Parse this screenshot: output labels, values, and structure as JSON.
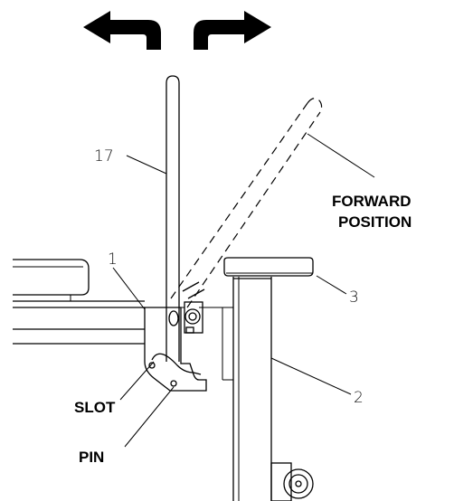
{
  "labels": {
    "part_17": "17",
    "part_1": "1",
    "part_3": "3",
    "part_2": "2",
    "forward_line1": "FORWARD",
    "forward_line2": "POSITION",
    "slot": "SLOT",
    "pin": "PIN"
  },
  "icons": {
    "left_arrow": "curved-arrow-left-icon",
    "right_arrow": "curved-arrow-right-icon"
  },
  "colors": {
    "line": "#000000",
    "background": "#ffffff"
  }
}
